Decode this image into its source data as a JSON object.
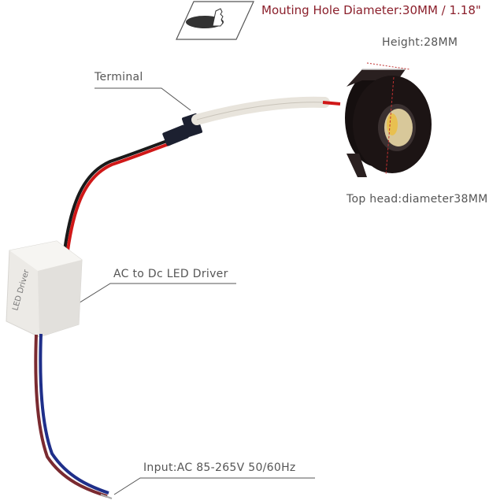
{
  "header": {
    "icon": "mounting-hole-icon",
    "title": "Mouting Hole Diameter:30MM / 1.18\""
  },
  "labels": {
    "height": "Height:28MM",
    "terminal": "Terminal",
    "top_head": "Top head:diameter38MM",
    "driver": "AC to Dc LED Driver",
    "input": "Input:AC 85-265V 50/60Hz"
  },
  "driver_box": {
    "text_line1": "LED Driver"
  },
  "colors": {
    "title": "#8b1f2b",
    "label": "#555555",
    "wire_red": "#d01818",
    "wire_black": "#1a1a1a",
    "wire_brown": "#7a2a30",
    "wire_blue": "#1f2f8a",
    "fixture": "#1c1414",
    "cob": "#d8c89a"
  }
}
